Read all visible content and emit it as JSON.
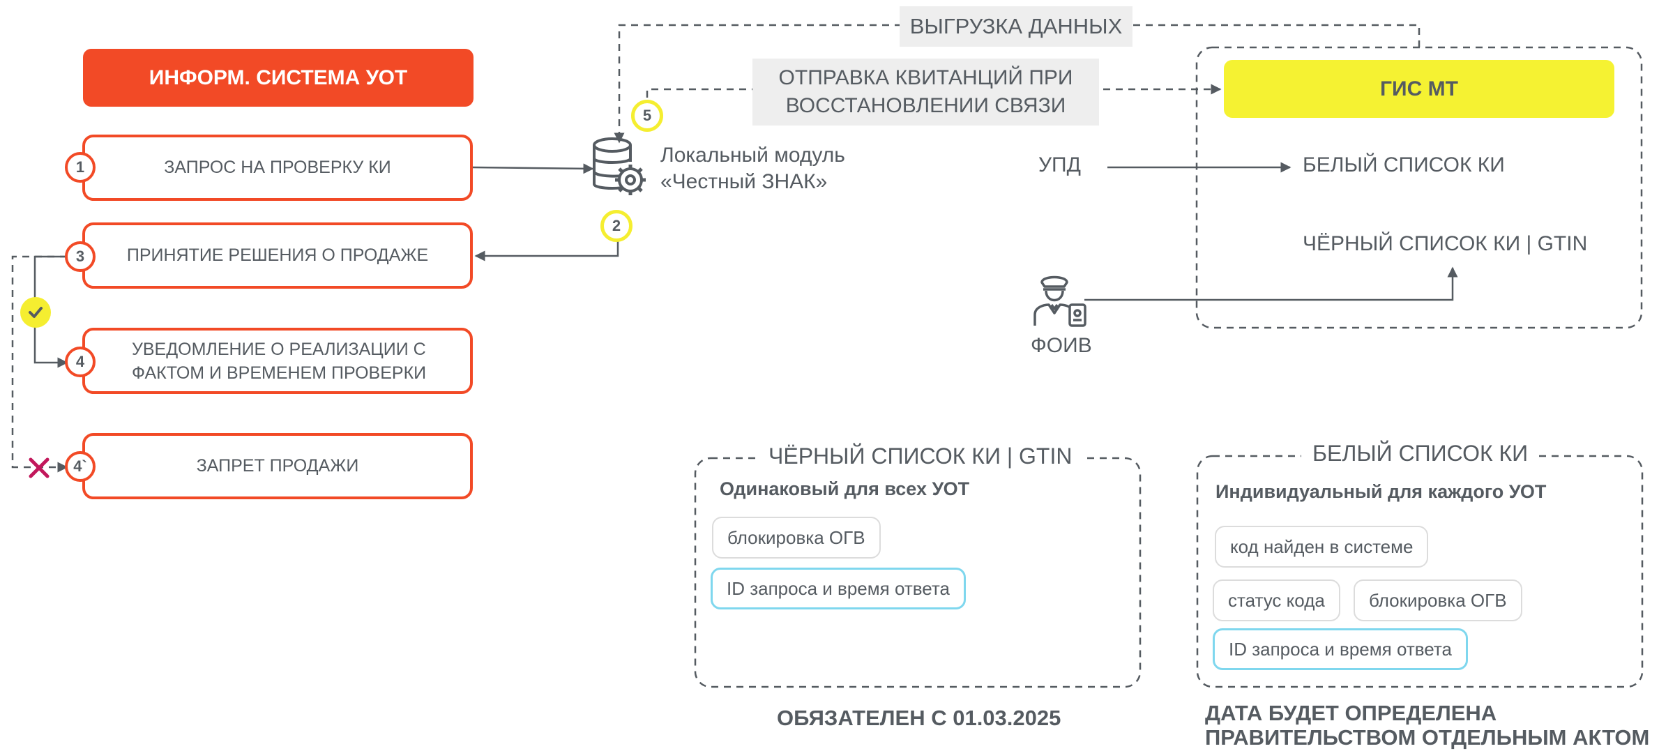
{
  "left": {
    "header": "ИНФОРМ. СИСТЕМА УОТ",
    "steps": [
      {
        "num": "1",
        "label": "ЗАПРОС НА ПРОВЕРКУ КИ"
      },
      {
        "num": "3",
        "label": "ПРИНЯТИЕ РЕШЕНИЯ О ПРОДАЖЕ"
      },
      {
        "num": "4",
        "label_line1": "УВЕДОМЛЕНИЕ О РЕАЛИЗАЦИИ С",
        "label_line2": "ФАКТОМ И ВРЕМЕНЕМ ПРОВЕРКИ"
      },
      {
        "num": "4`",
        "label": "ЗАПРЕТ ПРОДАЖИ"
      }
    ],
    "check_icon": "check-icon",
    "cross_icon": "cross-icon"
  },
  "module": {
    "icon": "database-gear-icon",
    "line1": "Локальный модуль",
    "line2": "«Честный ЗНАК»",
    "num_top": "5",
    "num_bottom": "2"
  },
  "labels": {
    "upload": "ВЫГРУЗКА ДАННЫХ",
    "receipts_line1": "ОТПРАВКА КВИТАНЦИЙ ПРИ",
    "receipts_line2": "ВОССТАНОВЛЕНИИ СВЯЗИ"
  },
  "gis": {
    "title": "ГИС МТ",
    "upd": "УПД",
    "white_list": "БЕЛЫЙ СПИСОК КИ",
    "black_list": "ЧЁРНЫЙ СПИСОК КИ | GTIN",
    "foiv_icon": "officer-icon",
    "foiv": "ФОИВ"
  },
  "black_panel": {
    "title": "ЧЁРНЫЙ СПИСОК КИ | GTIN",
    "subtitle": "Одинаковый для всех УОТ",
    "chips": [
      "блокировка ОГВ",
      "ID запроса и время ответа"
    ],
    "footer": "ОБЯЗАТЕЛЕН С 01.03.2025"
  },
  "white_panel": {
    "title": "БЕЛЫЙ СПИСОК КИ",
    "subtitle": "Индивидуальный для каждого УОТ",
    "chips": [
      "код найден в системе",
      "статус кода",
      "блокировка ОГВ",
      "ID запроса и время ответа"
    ],
    "footer_line1": "ДАТА БУДЕТ ОПРЕДЕЛЕНА",
    "footer_line2": "ПРАВИТЕЛЬСТВОМ ОТДЕЛЬНЫМ АКТОМ"
  },
  "colors": {
    "accent_red": "#f24a26",
    "accent_yellow": "#f5ee30",
    "chip_blue": "#7fd7ee",
    "text_gray": "#555b61"
  }
}
